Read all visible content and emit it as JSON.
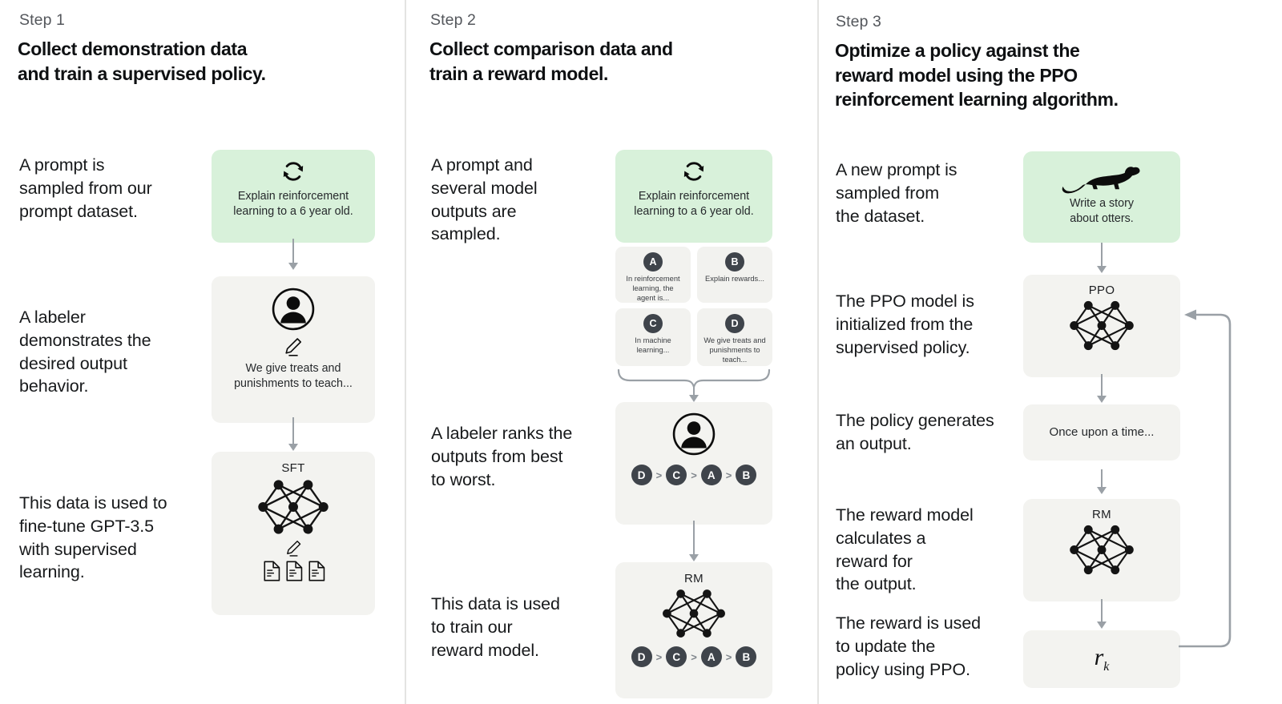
{
  "symbols": {
    "gt": ">"
  },
  "colors": {
    "prompt_box_green": "#d8f1da",
    "model_box_gray": "#f3f3f0",
    "rank_circle_dark": "#3f444b",
    "arrow_gray": "#9aa0a6"
  },
  "step1": {
    "label": "Step 1",
    "title": "Collect demonstration data\nand train a supervised policy.",
    "text_prompt": "A prompt is\nsampled from our\nprompt dataset.",
    "text_labeler": "A labeler\ndemonstrates the\ndesired output\nbehavior.",
    "text_data": "This data is used to\nfine-tune GPT-3.5\nwith supervised\nlearning.",
    "prompt_box": "Explain reinforcement\nlearning to a 6 year old.",
    "labeler_box": "We give treats and\npunishments to teach...",
    "sft_label": "SFT"
  },
  "step2": {
    "label": "Step 2",
    "title": "Collect comparison data and\ntrain a reward model.",
    "text_prompt": "A prompt and\nseveral model\noutputs are\nsampled.",
    "text_labeler": "A labeler ranks the\noutputs from best\nto worst.",
    "text_data": "This data is used\nto train our\nreward model.",
    "prompt_box": "Explain reinforcement\nlearning to a 6 year old.",
    "outputs": [
      {
        "letter": "A",
        "text": "In reinforcement\nlearning, the\nagent is..."
      },
      {
        "letter": "B",
        "text": "Explain rewards..."
      },
      {
        "letter": "C",
        "text": "In machine\nlearning..."
      },
      {
        "letter": "D",
        "text": "We give treats and\npunishments to\nteach..."
      }
    ],
    "ranking": [
      "D",
      "C",
      "A",
      "B"
    ],
    "rm_label": "RM"
  },
  "step3": {
    "label": "Step 3",
    "title": "Optimize a policy against the\nreward model using the PPO\nreinforcement learning algorithm.",
    "text_prompt": "A new prompt is\nsampled from\nthe dataset.",
    "text_ppo": "The PPO model is\ninitialized from the\nsupervised policy.",
    "text_output": "The policy generates\nan output.",
    "text_rm": "The reward model\ncalculates a\nreward for\nthe output.",
    "text_reward": "The reward is used\nto update the\npolicy using PPO.",
    "prompt_box": "Write a story\nabout otters.",
    "ppo_label": "PPO",
    "output_box": "Once upon a time...",
    "rm_label": "RM",
    "reward_symbol": "r",
    "reward_subscript": "k"
  }
}
